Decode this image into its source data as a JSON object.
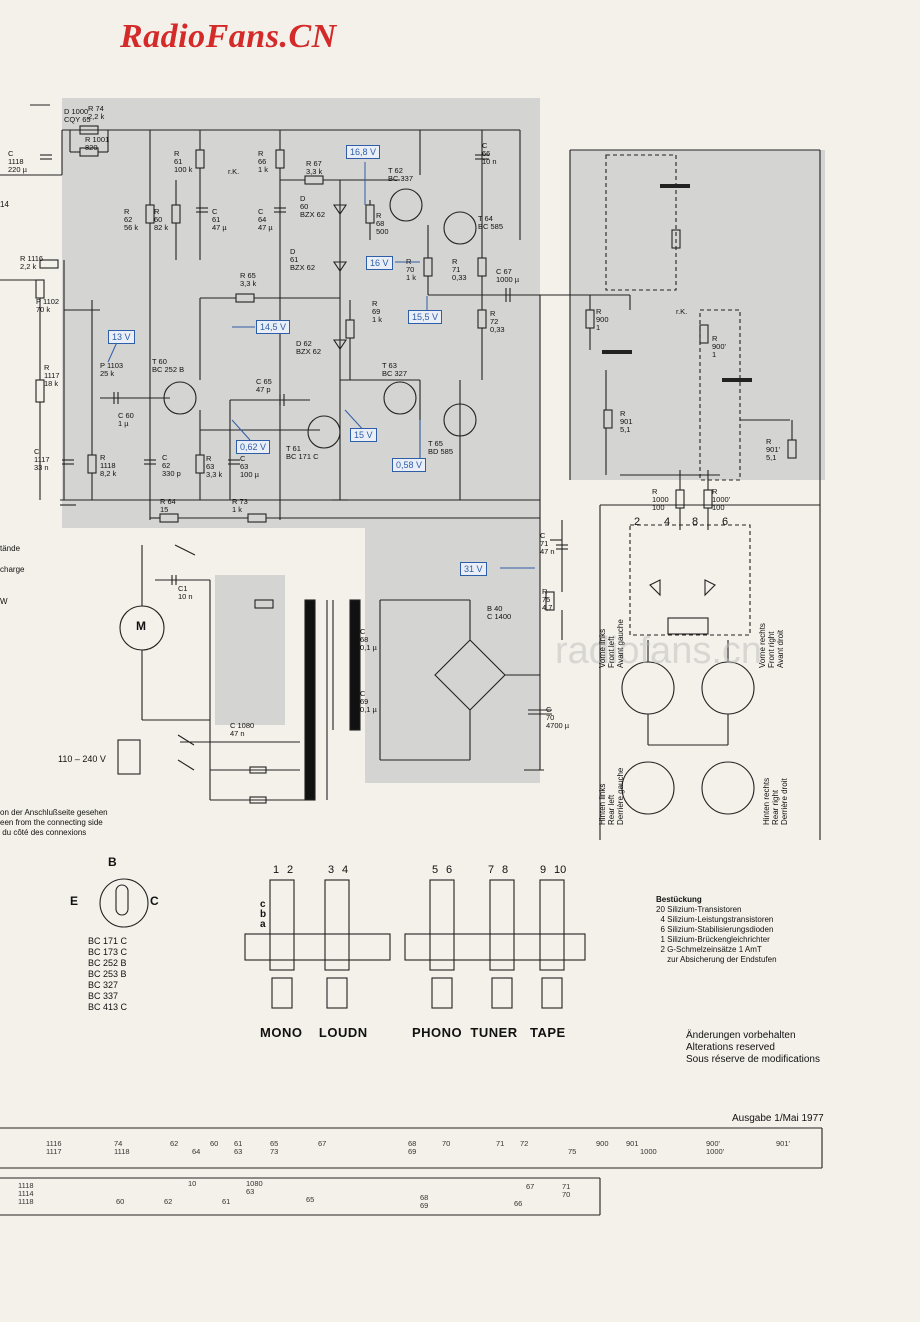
{
  "watermark": "RadioFans.CN",
  "background_watermark": "radiofans.cn",
  "components": {
    "d1000": "D 1000\nCQY 65",
    "r74": "R 74\n2,2 k",
    "r1001": "R 1001\n820",
    "c1118": "C\n1118\n220 µ",
    "r61": "R\n61\n100 k",
    "r66": "R\n66\n1 k",
    "r67": "R 67\n3,3 k",
    "t62": "T 62\nBC 337",
    "c66": "C\n66\n10 n",
    "r62": "R\n62\n56 k",
    "r60": "R\n60\n82 k",
    "c61": "C\n61\n47 µ",
    "c64": "C\n64\n47 µ",
    "d60": "D\n60\nBZX 62",
    "r68": "R\n68\n500",
    "t64": "T 64\nBC 585",
    "r1116": "R 1116\n2,2 k",
    "d61": "D\n61\nBZX 62",
    "r70": "R\n70\n1 k",
    "r71": "R\n71\n0,33",
    "c67": "C 67\n1000 µ",
    "r65": "R 65\n3,3 k",
    "p1102": "P 1102\n70 k",
    "r69": "R\n69\n1 k",
    "r72": "R\n72\n0,33",
    "d62": "D 62\nBZX 62",
    "r1117": "R\n1117\n18 k",
    "p1103": "P 1103\n25 k",
    "t60": "T 60\nBC 252 B",
    "t63": "T 63\nBC 327",
    "c65": "C 65\n47 p",
    "c60": "C 60\n1 µ",
    "t61": "T 61\nBC 171 C",
    "t65": "T 65\nBD 585",
    "c1117": "C\n1117\n33 n",
    "r1118": "R\n1118\n8,2 k",
    "c62": "C\n62\n330 p",
    "r63": "R\n63\n3,3 k",
    "c63": "C\n63\n100 µ",
    "r64": "R 64\n15",
    "r73": "R 73\n1 k",
    "c71": "C\n71\n47 n",
    "r75": "R\n75\n4,7",
    "c1": "C1\n10 n",
    "c68": "C\n68\n0,1 µ",
    "c69": "C\n69\n0,1 µ",
    "b40": "B 40\nC 1400",
    "c70": "C\n70\n4700 µ",
    "c1080": "C 1080\n47 n",
    "r900": "R\n900\n1",
    "r901": "R\n901\n5,1",
    "r900p": "R\n900'\n1",
    "r901p": "R\n901'\n5,1",
    "r1000": "R\n1000\n100",
    "r1000p": "R\n1000'\n100",
    "motor": "M",
    "mains": "110 – 240 V",
    "rk1": "r.K.",
    "rk2": "r.K."
  },
  "voltages": [
    "16,8 V",
    "16 V",
    "15,5 V",
    "14,5 V",
    "13 V",
    "15 V",
    "0,62 V",
    "0,58 V",
    "31 V"
  ],
  "speakers": {
    "front_left": "Vorne links\nFront left\nAvant gauche",
    "front_right": "Vorne rechts\nFront right\nAvant droit",
    "rear_left": "Hinten links\nRear left\nDerrière gauche",
    "rear_right": "Hinten rechts\nRear right\nDerrière droit",
    "pins": [
      "2",
      "4",
      "8",
      "6"
    ]
  },
  "left_notes": {
    "n1": "tände",
    "n2": "charge",
    "n3": "W",
    "n4": "14",
    "n5": "on der Anschlußseite gesehen\neen from the connecting side\n du côté des connexions"
  },
  "pinout": {
    "b": "B",
    "e": "E",
    "c": "C",
    "types": "BC 171 C\nBC 173 C\nBC 252 B\nBC 253 B\nBC 327\nBC 337\nBC 413 C"
  },
  "switches": {
    "numbers": [
      "1",
      "2",
      "3",
      "4",
      "5",
      "6",
      "7",
      "8",
      "9",
      "10"
    ],
    "positions": "c\nb\na",
    "label_left": "MONO    LOUDN",
    "label_right": "PHONO  TUNER   TAPE"
  },
  "parts_list": {
    "title": "Bestückung",
    "lines": "20 Silizium-Transistoren\n  4 Silizium-Leistungstransistoren\n  6 Silizium-Stabilisierungsdioden\n  1 Silizium-Brückengleichrichter\n  2 G-Schmelzeinsätze 1 AmT\n     zur Absicherung der Endstufen"
  },
  "changes": "Änderungen vorbehalten\nAlterations reserved\nSous réserve de modifications",
  "edition": "Ausgabe 1/Mai 1977",
  "crossref_row1": [
    {
      "t": "1116\n1117"
    },
    {
      "t": "74\n1118"
    },
    {
      "t": "62"
    },
    {
      "t": "64"
    },
    {
      "t": "60"
    },
    {
      "t": "61\n63"
    },
    {
      "t": "65\n73"
    },
    {
      "t": "67"
    },
    {
      "t": "68\n69"
    },
    {
      "t": "70"
    },
    {
      "t": "71"
    },
    {
      "t": "72"
    },
    {
      "t": "75"
    },
    {
      "t": "900"
    },
    {
      "t": "901"
    },
    {
      "t": "1000"
    },
    {
      "t": "900'\n1000'"
    },
    {
      "t": "901'"
    }
  ],
  "crossref_row2": [
    {
      "t": "1118\n1114\n1118"
    },
    {
      "t": "60"
    },
    {
      "t": "10"
    },
    {
      "t": "62"
    },
    {
      "t": "61"
    },
    {
      "t": "1080\n63"
    },
    {
      "t": "65"
    },
    {
      "t": "68\n69"
    },
    {
      "t": "66"
    },
    {
      "t": "67"
    },
    {
      "t": "71\n70"
    }
  ]
}
